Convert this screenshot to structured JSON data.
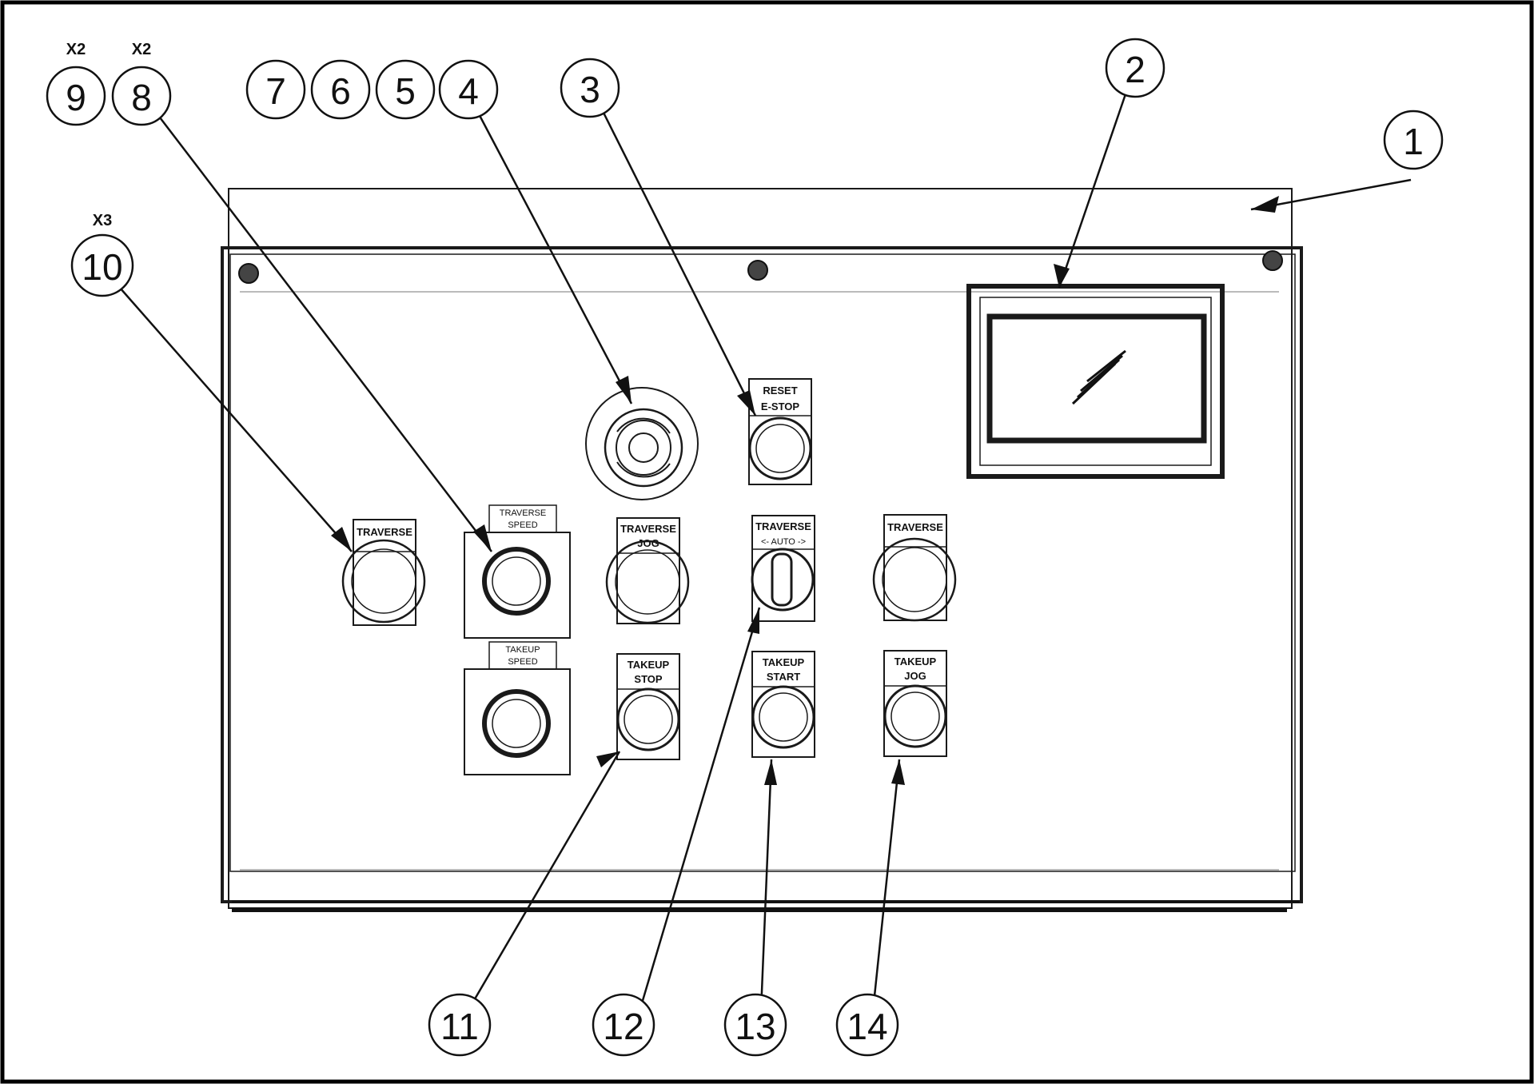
{
  "balloons": [
    {
      "id": "9",
      "qty": "X2"
    },
    {
      "id": "8",
      "qty": "X2"
    },
    {
      "id": "7",
      "qty": ""
    },
    {
      "id": "6",
      "qty": ""
    },
    {
      "id": "5",
      "qty": ""
    },
    {
      "id": "4",
      "qty": ""
    },
    {
      "id": "3",
      "qty": ""
    },
    {
      "id": "2",
      "qty": ""
    },
    {
      "id": "1",
      "qty": ""
    },
    {
      "id": "10",
      "qty": "X3"
    },
    {
      "id": "11",
      "qty": ""
    },
    {
      "id": "12",
      "qty": ""
    },
    {
      "id": "13",
      "qty": ""
    },
    {
      "id": "14",
      "qty": ""
    }
  ],
  "plates": {
    "reset_estop": [
      "RESET",
      "E-STOP"
    ],
    "traverse_left": [
      "TRAVERSE"
    ],
    "traverse_speed": [
      "TRAVERSE",
      "SPEED"
    ],
    "traverse_jog": [
      "TRAVERSE",
      "JOG"
    ],
    "traverse_auto": [
      "TRAVERSE",
      "<- AUTO ->"
    ],
    "traverse_right": [
      "TRAVERSE"
    ],
    "takeup_speed": [
      "TAKEUP",
      "SPEED"
    ],
    "takeup_stop": [
      "TAKEUP",
      "STOP"
    ],
    "takeup_start": [
      "TAKEUP",
      "START"
    ],
    "takeup_jog": [
      "TAKEUP",
      "JOG"
    ]
  }
}
